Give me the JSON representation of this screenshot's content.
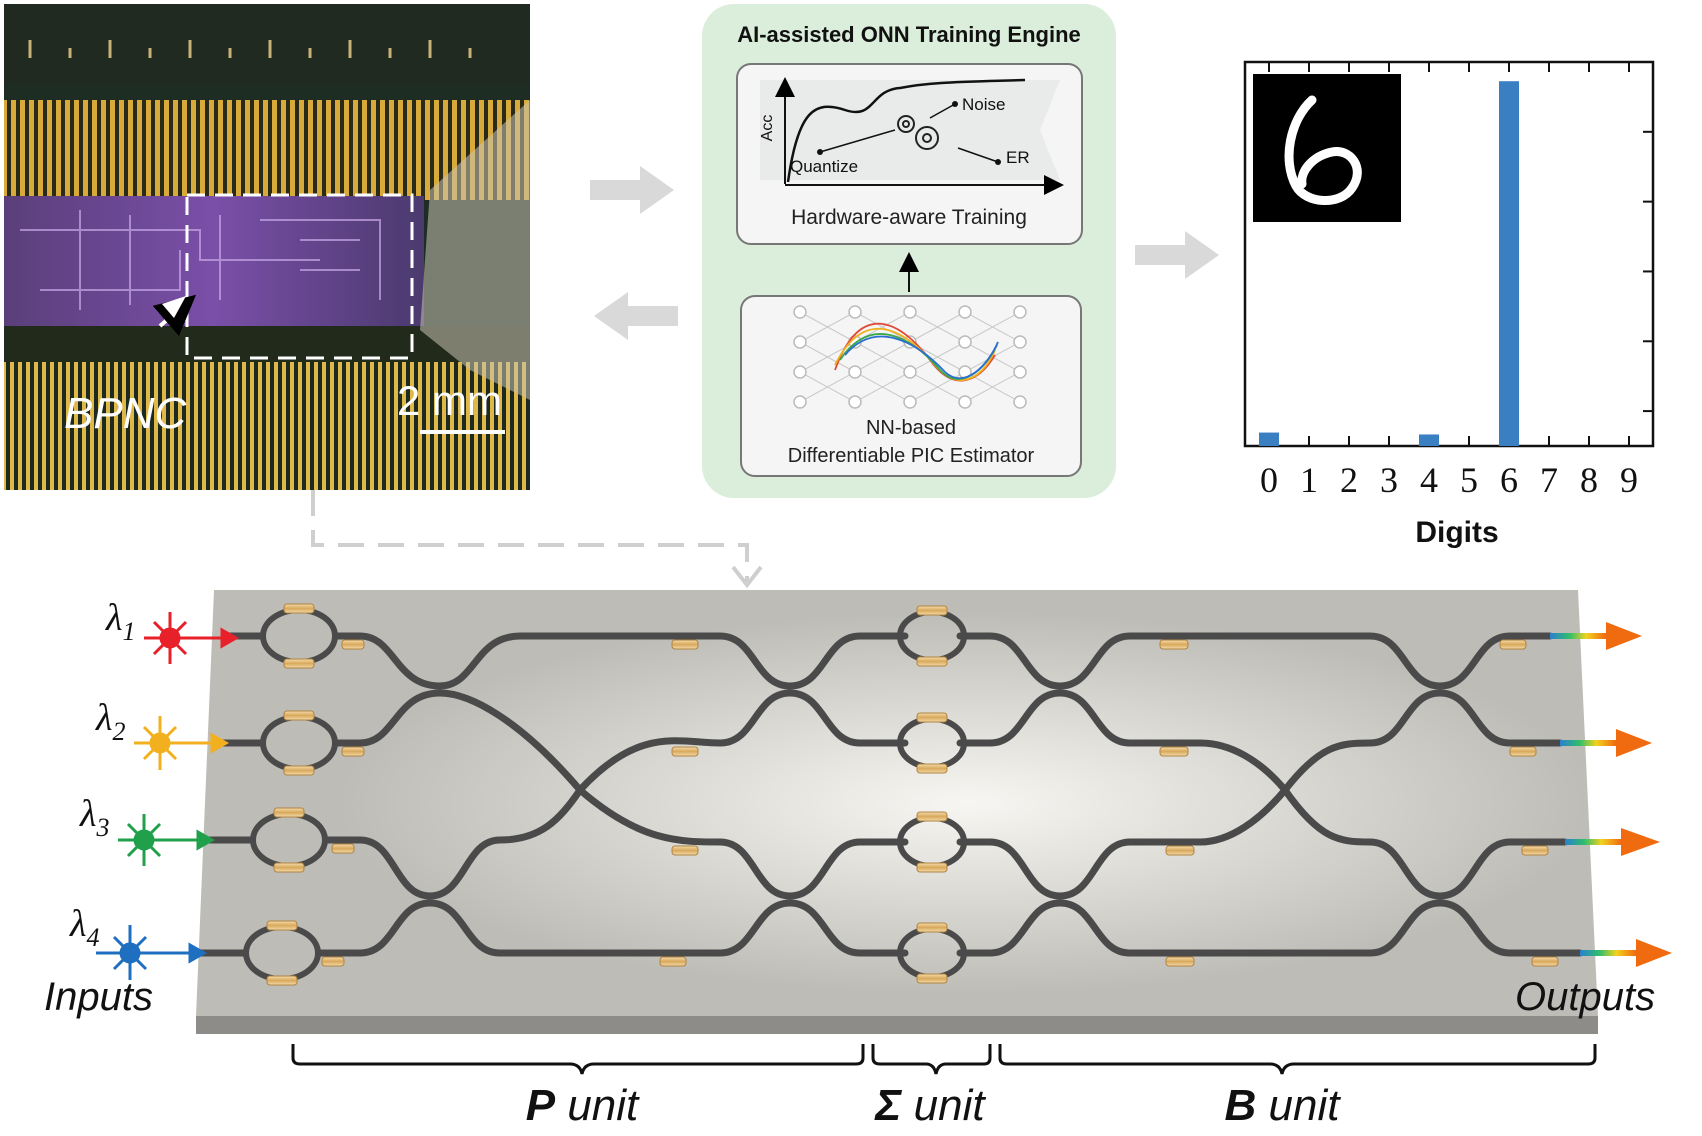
{
  "chip_photo": {
    "label": "BPNC",
    "scale_bar": "2 mm"
  },
  "engine": {
    "title": "AI-assisted ONN Training Engine",
    "training_panel": {
      "y_axis": "Acc",
      "labels": {
        "noise": "Noise",
        "quantize": "Quantize",
        "er": "ER"
      },
      "caption": "Hardware-aware Training"
    },
    "estimator_panel": {
      "caption_line1": "NN-based",
      "caption_line2": "Differentiable PIC Estimator"
    }
  },
  "colors": {
    "engine_bg": "#dbeedb",
    "bar": "#3a7fc1",
    "waveguide": "#4a4a4a",
    "heater": "#d9b27a",
    "lambda1": "#e8202a",
    "lambda2": "#f2b01e",
    "lambda3": "#20a04a",
    "lambda4": "#1e6fc0"
  },
  "chart_data": {
    "type": "bar",
    "categories": [
      "0",
      "1",
      "2",
      "3",
      "4",
      "5",
      "6",
      "7",
      "8",
      "9"
    ],
    "values": [
      0.035,
      0,
      0,
      0,
      0.03,
      0,
      0.95,
      0,
      0,
      0
    ],
    "xlabel": "Digits",
    "ylabel": "",
    "ylim": [
      0,
      1.0
    ],
    "inset": "handwritten digit 6"
  },
  "circuit": {
    "inputs": [
      {
        "symbol": "λ",
        "sub": "1",
        "color": "#e8202a"
      },
      {
        "symbol": "λ",
        "sub": "2",
        "color": "#f2b01e"
      },
      {
        "symbol": "λ",
        "sub": "3",
        "color": "#20a04a"
      },
      {
        "symbol": "λ",
        "sub": "4",
        "color": "#1e6fc0"
      }
    ],
    "inputs_label": "Inputs",
    "outputs_label": "Outputs",
    "units": [
      {
        "bold": "P",
        "rest": " unit"
      },
      {
        "bold": "Σ",
        "rest": " unit"
      },
      {
        "bold": "B",
        "rest": " unit"
      }
    ]
  }
}
